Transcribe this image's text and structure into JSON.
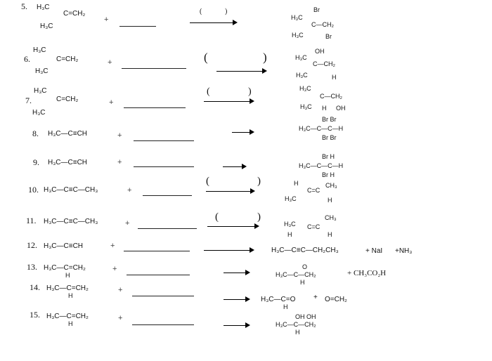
{
  "rows": [
    {
      "num": "5.",
      "reactant": [
        "H₃C",
        "C=CH₂",
        "H₃C"
      ],
      "product": [
        "Br",
        "H₃C",
        "C—CH₂",
        "H₃C",
        "Br"
      ]
    },
    {
      "num": "6.",
      "reactant": [
        "H₃C",
        "C=CH₂",
        "H₃C"
      ],
      "product": [
        "OH",
        "H₃C",
        "C—CH₂",
        "H₃C",
        "H"
      ]
    },
    {
      "num": "7.",
      "reactant": [
        "H₃C",
        "C=CH₂",
        "H₃C"
      ],
      "product": [
        "H₃C",
        "C—CH₂",
        "H₃C",
        "H",
        "OH"
      ]
    },
    {
      "num": "8.",
      "reactant": [
        "H₃C—C≡CH"
      ],
      "product": [
        "Br  Br",
        "H₃C—C—C—H",
        "Br  Br"
      ]
    },
    {
      "num": "9.",
      "reactant": [
        "H₃C—C≡CH"
      ],
      "product": [
        "Br  H",
        "H₃C—C—C—H",
        "Br  H"
      ]
    },
    {
      "num": "10.",
      "reactant": [
        "H₃C—C≡C—CH₃"
      ],
      "product": [
        "H",
        "CH₃",
        "C=C",
        "H₃C",
        "H"
      ]
    },
    {
      "num": "11.",
      "reactant": [
        "H₃C—C≡C—CH₃"
      ],
      "product": [
        "CH₃",
        "H₃C",
        "C=C",
        "H",
        "H"
      ]
    },
    {
      "num": "12.",
      "reactant": [
        "H₃C—C≡CH"
      ],
      "product": [
        "H₃C—C≡C—CH₂CH₃",
        "+ NaI",
        "+NH₃"
      ]
    },
    {
      "num": "13.",
      "reactant": [
        "H₃C—C=CH₂",
        "H"
      ],
      "product": [
        "O",
        "H₃C—C—CH₂",
        "H",
        "+ CH₃CO₂H"
      ]
    },
    {
      "num": "14.",
      "reactant": [
        "H₃C—C=CH₂",
        "H"
      ],
      "product": [
        "H₃C—C=O",
        "H",
        "+",
        "O=CH₂"
      ]
    },
    {
      "num": "15.",
      "reactant": [
        "H₃C—C=CH₂",
        "H"
      ],
      "product": [
        "OH  OH",
        "H₃C—C—CH₂",
        "H"
      ]
    }
  ],
  "symbols": {
    "plus": "+",
    "paren_open": "(",
    "paren_close": ")"
  }
}
